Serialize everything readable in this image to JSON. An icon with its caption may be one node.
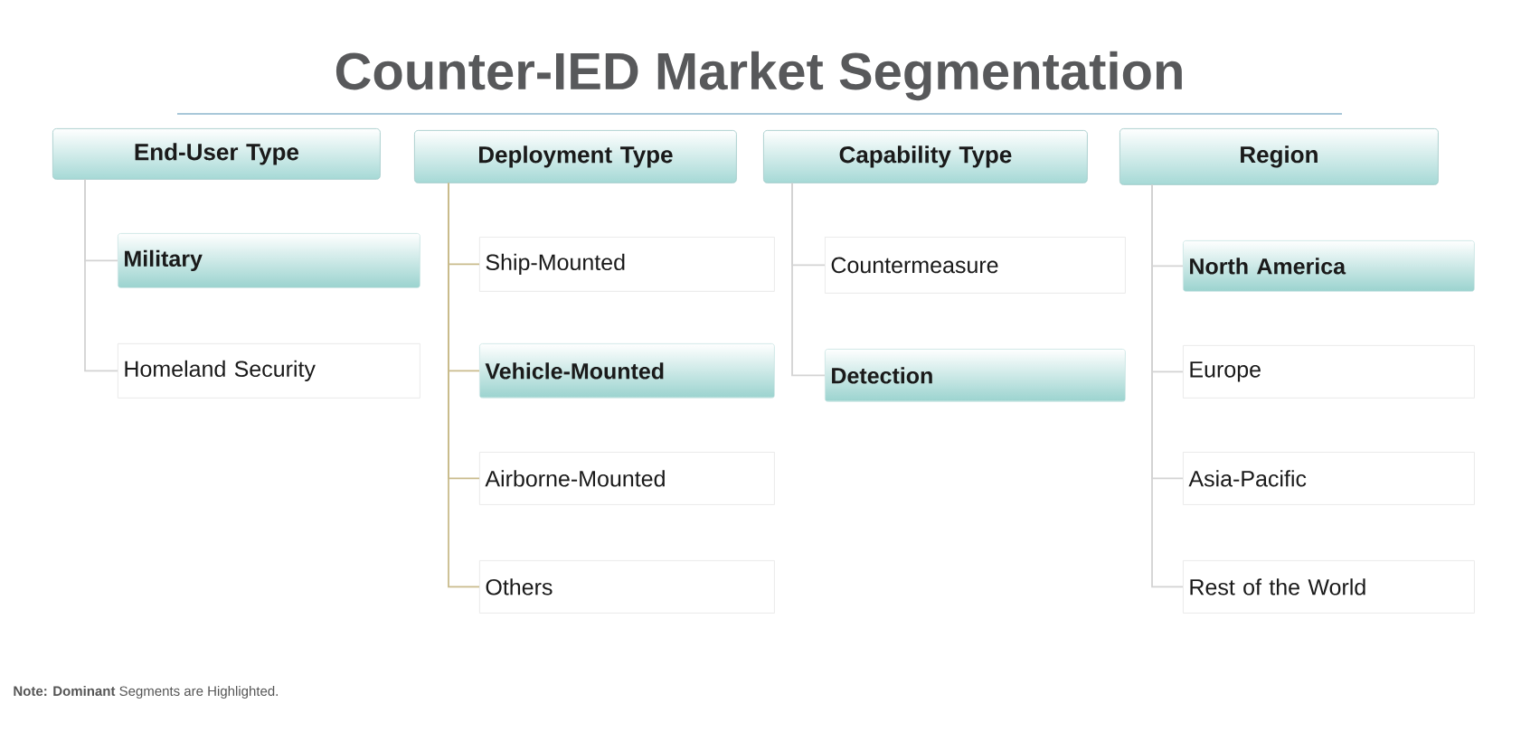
{
  "diagram": {
    "title": "Counter-IED Market Segmentation",
    "nodes": [
      {
        "text": [
          "End-User Type"
        ]
      },
      {
        "text": [
          "Military"
        ]
      },
      {
        "text": [
          "Homeland Security"
        ]
      },
      {
        "text": [
          "Deployment Type"
        ]
      },
      {
        "text": [
          "Ship-Mounted"
        ]
      },
      {
        "text": [
          "Vehicle-Mounted"
        ]
      },
      {
        "text": [
          "Airborne-Mounted"
        ]
      },
      {
        "text": [
          "Others"
        ]
      },
      {
        "text": [
          "Capability Type"
        ]
      },
      {
        "text": [
          "Countermeasure"
        ]
      },
      {
        "text": [
          "Detection"
        ]
      },
      {
        "text": [
          "Region"
        ]
      },
      {
        "text": [
          "North America"
        ]
      },
      {
        "text": [
          "Europe"
        ]
      },
      {
        "text": [
          "Asia-Pacific"
        ]
      },
      {
        "text": [
          "Rest of the World"
        ]
      }
    ],
    "edges": [
      {
        "from": 0,
        "to": 1,
        "arrow": "none"
      },
      {
        "from": 0,
        "to": 2,
        "arrow": "none"
      },
      {
        "from": 3,
        "to": 4,
        "arrow": "none",
        "color": "#c9bb8c"
      },
      {
        "from": 3,
        "to": 5,
        "arrow": "none",
        "color": "#c9bb8c"
      },
      {
        "from": 3,
        "to": 6,
        "arrow": "none",
        "color": "#c9bb8c"
      },
      {
        "from": 3,
        "to": 7,
        "arrow": "none",
        "color": "#c9bb8c"
      },
      {
        "from": 8,
        "to": 9,
        "arrow": "none"
      },
      {
        "from": 8,
        "to": 10,
        "arrow": "none"
      },
      {
        "from": 11,
        "to": 12,
        "arrow": "none"
      },
      {
        "from": 11,
        "to": 13,
        "arrow": "none"
      },
      {
        "from": 11,
        "to": 14,
        "arrow": "none"
      },
      {
        "from": 11,
        "to": 15,
        "arrow": "none"
      }
    ],
    "labels": [
      "**Note: Dominant** Segments are Highlighted."
    ]
  }
}
